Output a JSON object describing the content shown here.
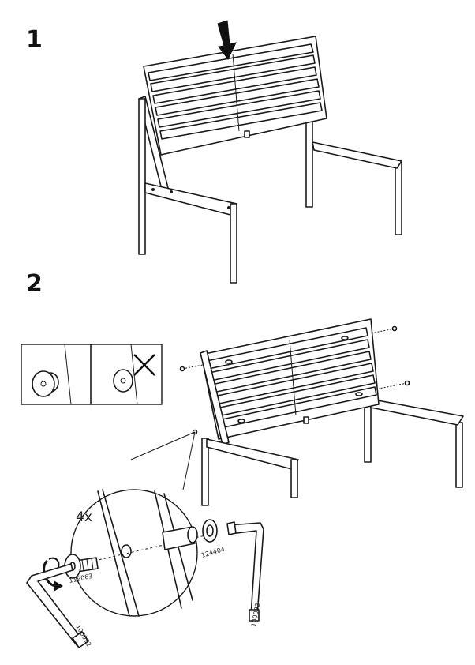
{
  "steps": [
    {
      "number": "1"
    },
    {
      "number": "2"
    }
  ],
  "detail": {
    "quantity": "4x",
    "parts": {
      "bolt": "119063",
      "sleeve": "124404",
      "key_left": "100092",
      "key_right": "100092"
    }
  },
  "icons": {
    "arrow": "down-arrow-icon",
    "cross": "cross-icon",
    "rotate": "rotate-arrow-icon"
  }
}
